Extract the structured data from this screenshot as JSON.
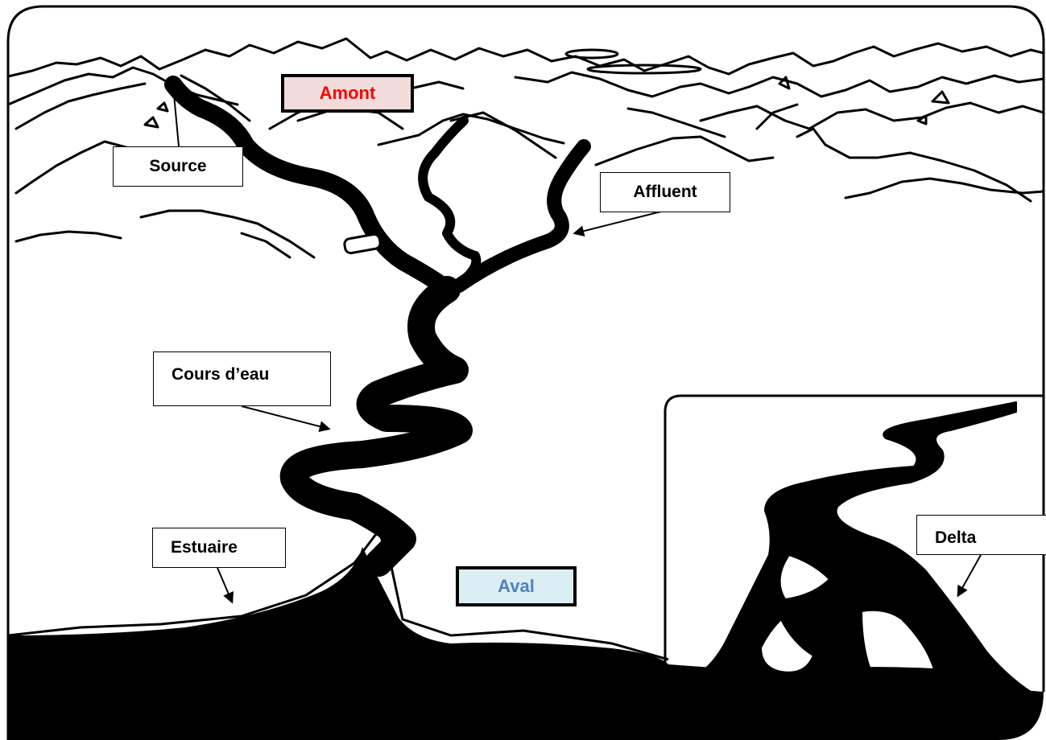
{
  "labels": {
    "source": "Source",
    "affluent": "Affluent",
    "cours_eau": "Cours d’eau",
    "estuaire": "Estuaire",
    "delta": "Delta"
  },
  "zones": {
    "amont": {
      "text": "Amont",
      "text_color": "#ff0000",
      "fill": "#f2dcdb"
    },
    "aval": {
      "text": "Aval",
      "text_color": "#4f81bd",
      "fill": "#dbeef4"
    }
  },
  "colors": {
    "ink": "#000000",
    "paper": "#ffffff"
  }
}
